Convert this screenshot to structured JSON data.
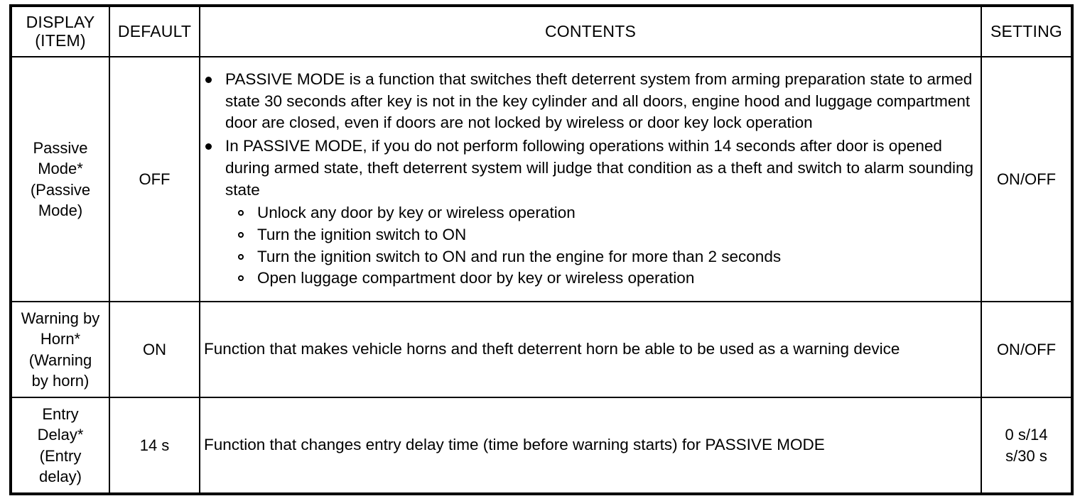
{
  "table": {
    "headers": {
      "display_line1": "DISPLAY",
      "display_line2": "(ITEM)",
      "default": "DEFAULT",
      "contents": "CONTENTS",
      "setting": "SETTING"
    },
    "rows": [
      {
        "display": {
          "line1": "Passive",
          "line2": "Mode*",
          "line3": "(Passive",
          "line4": "Mode)"
        },
        "default": "OFF",
        "contents": {
          "bullets": [
            "PASSIVE MODE is a function that switches theft deterrent system from arming preparation state to armed state 30 seconds after key is not in the key cylinder and all doors, engine hood and luggage compartment door are closed, even if doors are not locked by wireless or door key lock operation",
            "In PASSIVE MODE, if you do not perform following operations within 14 seconds after door is opened during armed state, theft deterrent system will judge that condition as a theft and switch to alarm sounding state"
          ],
          "subbullets": [
            "Unlock any door by key or wireless operation",
            "Turn the ignition switch to ON",
            "Turn the ignition switch to ON and run the engine for more than 2 seconds",
            "Open luggage compartment door by key or wireless operation"
          ]
        },
        "setting": {
          "line1": "ON/OFF",
          "line2": ""
        }
      },
      {
        "display": {
          "line1": "Warning by",
          "line2": "Horn*",
          "line3": "(Warning",
          "line4": "by horn)"
        },
        "default": "ON",
        "contents": {
          "paragraph": "Function that makes vehicle horns and theft deterrent horn be able to be used as a warning device"
        },
        "setting": {
          "line1": "ON/OFF",
          "line2": ""
        }
      },
      {
        "display": {
          "line1": "Entry",
          "line2": "Delay*",
          "line3": "(Entry",
          "line4": "delay)"
        },
        "default": "14 s",
        "contents": {
          "paragraph": "Function that changes entry delay time (time before warning starts) for PASSIVE MODE"
        },
        "setting": {
          "line1": "0 s/14",
          "line2": "s/30 s"
        }
      }
    ]
  }
}
